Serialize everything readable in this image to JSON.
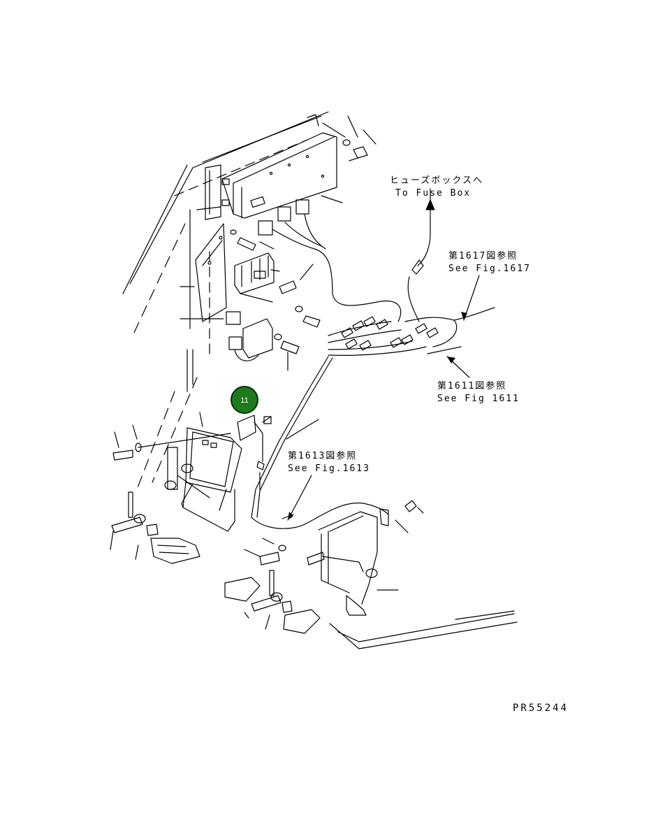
{
  "callouts": {
    "fuse_box": {
      "jp": "ヒューズボックスへ",
      "en": "To Fuse Box"
    },
    "fig1617": {
      "jp": "第1617図参照",
      "en": "See Fig.1617"
    },
    "fig1611": {
      "jp": "第1611図参照",
      "en": "See Fig 1611"
    },
    "fig1613": {
      "jp": "第1613図参照",
      "en": "See Fig.1613"
    }
  },
  "badge": {
    "label": "11",
    "color": "#1d7a1d",
    "border": "#0a2f0a"
  },
  "drawing_id": "PR55244",
  "line_color": "#000000"
}
